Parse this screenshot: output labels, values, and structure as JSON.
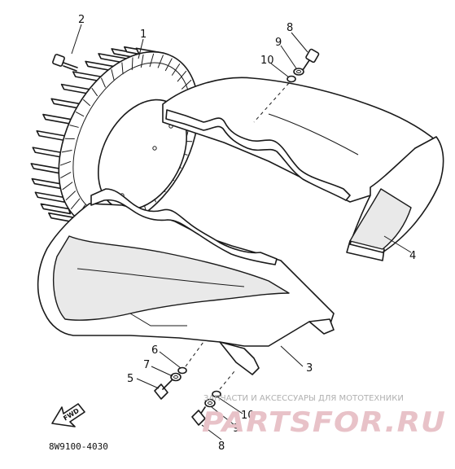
{
  "diagram_code": "8W9100-4030",
  "forward_arrow_label": "FWD",
  "callouts": {
    "p1": "1",
    "p2": "2",
    "p3": "3",
    "p4": "4",
    "p5": "5",
    "p6": "6",
    "p7": "7",
    "p8_top": "8",
    "p9_top": "9",
    "p10_top": "10",
    "p8_bottom": "8",
    "p9_bottom": "9",
    "p10_bottom": "10"
  },
  "watermark": {
    "tagline": "ЗАПЧАСТИ И АКСЕССУАРЫ ДЛЯ МОТОТЕХНИКИ",
    "logo": "PARTSFOR.RU"
  },
  "colors": {
    "ink": "#1a1a1a",
    "watermark_logo": "#e8c2c8",
    "watermark_text": "#b0b0b0"
  }
}
